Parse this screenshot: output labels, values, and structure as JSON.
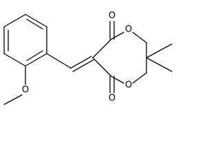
{
  "structure": {
    "atom_labels": {
      "carbonyl_top_O": "O",
      "ring_top_O": "O",
      "ring_bottom_O": "O",
      "carbonyl_bottom_O": "O",
      "methoxy_O": "O"
    }
  },
  "colors": {
    "bond": "#000000",
    "background": "#ffffff"
  }
}
